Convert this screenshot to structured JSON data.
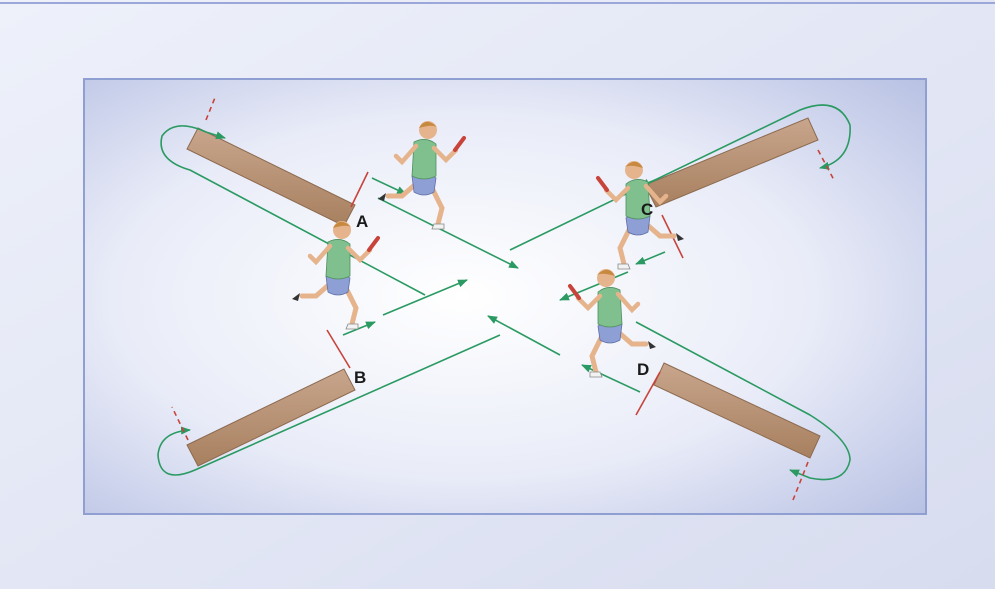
{
  "diagram": {
    "stations": [
      {
        "id": "A",
        "label": "A"
      },
      {
        "id": "B",
        "label": "B"
      },
      {
        "id": "C",
        "label": "C"
      },
      {
        "id": "D",
        "label": "D"
      }
    ]
  },
  "colors": {
    "outer_background": "#e6eaf6",
    "panel_border": "#8f9fd1",
    "path": "#2a9a62",
    "box_fill": "#bf9a7f",
    "baton_line": "#c8443a",
    "runner_shirt": "#7fc08e",
    "runner_shorts": "#8e9fd6",
    "runner_skin": "#e6b48c",
    "runner_hair": "#c7883f"
  }
}
